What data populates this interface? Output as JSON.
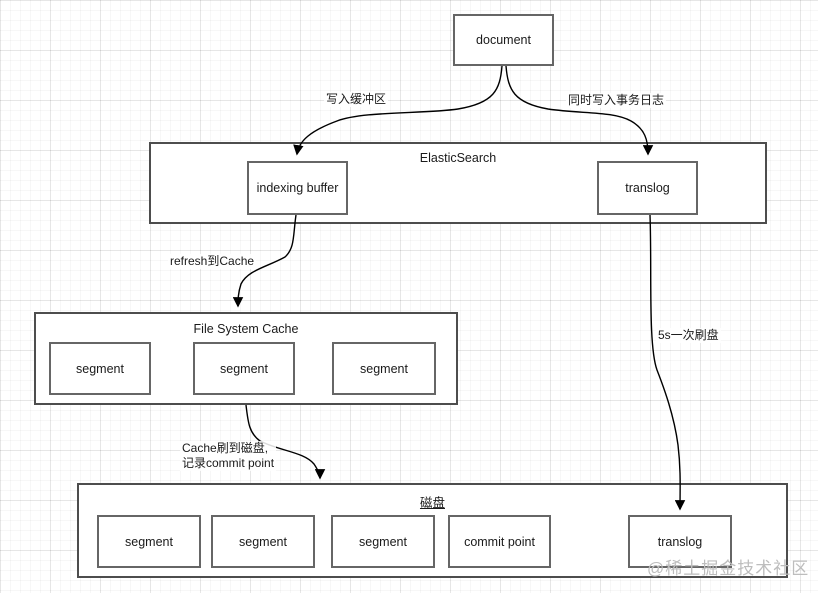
{
  "diagram": {
    "document": {
      "label": "document"
    },
    "elasticsearch": {
      "title": "ElasticSearch",
      "indexing_buffer": "indexing buffer",
      "translog": "translog"
    },
    "file_system_cache": {
      "title": "File System Cache",
      "segments": [
        "segment",
        "segment",
        "segment"
      ]
    },
    "disk": {
      "title": "磁盘",
      "segments": [
        "segment",
        "segment",
        "segment"
      ],
      "commit_point": "commit point",
      "translog": "translog"
    },
    "edge_labels": {
      "to_buffer": "写入缓冲区",
      "to_translog": "同时写入事务日志",
      "refresh": "refresh到Cache",
      "flush_line1": "Cache刷到磁盘,",
      "flush_line2": "记录commit point",
      "translog_flush": "5s一次刷盘"
    },
    "edges": [
      {
        "from": "document",
        "to": "indexing buffer",
        "label": "写入缓冲区"
      },
      {
        "from": "document",
        "to": "translog",
        "label": "同时写入事务日志"
      },
      {
        "from": "indexing buffer",
        "to": "File System Cache",
        "label": "refresh到Cache"
      },
      {
        "from": "File System Cache",
        "to": "磁盘",
        "label": "Cache刷到磁盘, 记录commit point"
      },
      {
        "from": "translog",
        "to": "translog(磁盘)",
        "label": "5s一次刷盘"
      }
    ],
    "watermark": "@稀土掘金技术社区",
    "colors": {
      "node_border": "#666666",
      "container_border": "#4d4d4d",
      "arrow": "#000000",
      "text": "#1a1a1a",
      "watermark": "#bdbdbd"
    }
  }
}
